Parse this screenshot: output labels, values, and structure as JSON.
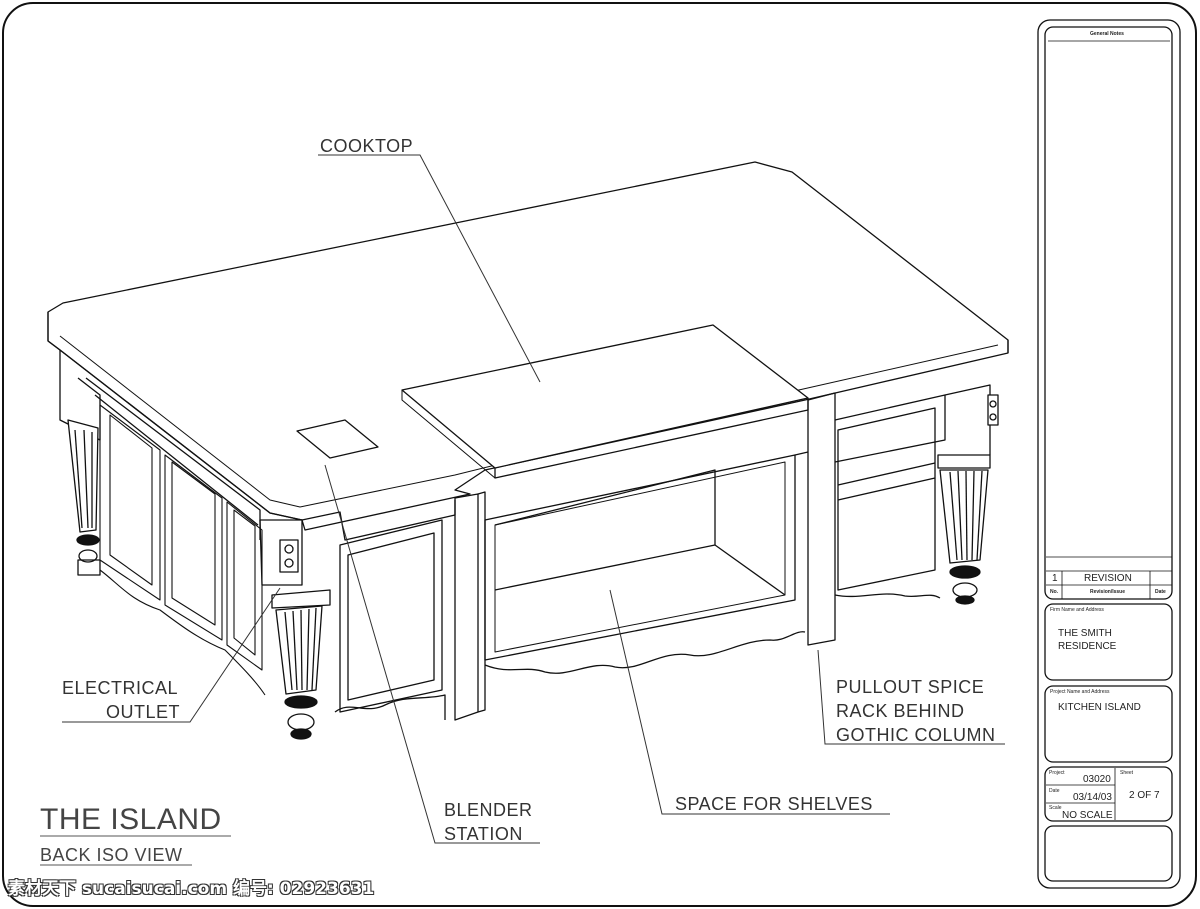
{
  "drawing": {
    "title": "THE ISLAND",
    "subtitle": "BACK ISO VIEW",
    "callouts": {
      "cooktop": "COOKTOP",
      "electrical_line1": "ELECTRICAL",
      "electrical_line2": "OUTLET",
      "blender_line1": "BLENDER",
      "blender_line2": "STATION",
      "shelves": "SPACE FOR SHELVES",
      "spice_line1": "PULLOUT SPICE",
      "spice_line2": "RACK BEHIND",
      "spice_line3": "GOTHIC COLUMN"
    }
  },
  "title_block": {
    "general_notes_label": "General Notes",
    "revision_no": "1",
    "revision_text": "REVISION",
    "col_no": "No.",
    "col_revision": "Revision/Issue",
    "col_date": "Date",
    "firm_label": "Firm Name and Address",
    "firm_line1": "THE SMITH",
    "firm_line2": "RESIDENCE",
    "project_label": "Project Name and Address",
    "project_name": "KITCHEN ISLAND",
    "project_no_label": "Project",
    "project_no": "03020",
    "date_label": "Date",
    "date": "03/14/03",
    "scale_label": "Scale",
    "scale": "NO SCALE",
    "sheet_label": "Sheet",
    "sheet": "2 OF 7"
  },
  "watermark": "素材天下 sucaisucai.com  编号: 02923631"
}
